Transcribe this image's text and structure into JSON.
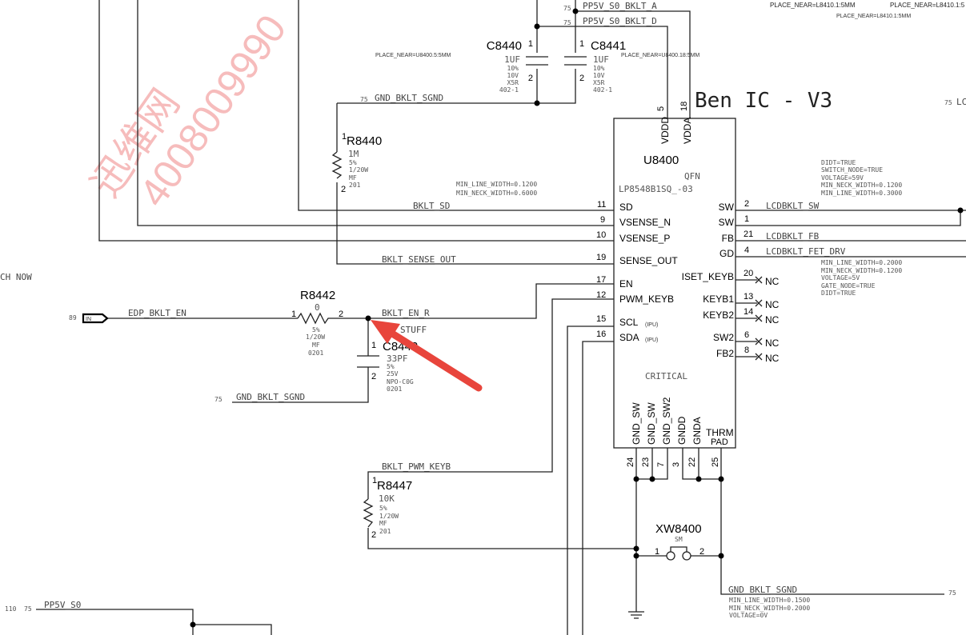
{
  "watermark": {
    "chinese": "迅维网",
    "number": "4008009990"
  },
  "title": "Ben IC - V3",
  "chip": {
    "ref": "U8400",
    "package": "QFN",
    "part": "LP8548B1SQ_-03",
    "critical": "CRITICAL",
    "top_pins": [
      {
        "name": "VDDD",
        "num": "5"
      },
      {
        "name": "VDDA",
        "num": "18"
      }
    ],
    "left_pins": [
      {
        "name": "SD",
        "num": "11"
      },
      {
        "name": "VSENSE_N",
        "num": "9"
      },
      {
        "name": "VSENSE_P",
        "num": "10"
      },
      {
        "name": "SENSE_OUT",
        "num": "19"
      },
      {
        "name": "EN",
        "num": "17"
      },
      {
        "name": "PWM_KEYB",
        "num": "12"
      },
      {
        "name": "SCL",
        "num": "15",
        "note": "(IPU)"
      },
      {
        "name": "SDA",
        "num": "16",
        "note": "(IPU)"
      }
    ],
    "right_pins": [
      {
        "name": "SW",
        "num": "2"
      },
      {
        "name": "SW",
        "num": "1"
      },
      {
        "name": "FB",
        "num": "21"
      },
      {
        "name": "GD",
        "num": "4"
      },
      {
        "name": "ISET_KEYB",
        "num": "20"
      },
      {
        "name": "KEYB1",
        "num": "13"
      },
      {
        "name": "KEYB2",
        "num": "14"
      },
      {
        "name": "SW2",
        "num": "6"
      },
      {
        "name": "FB2",
        "num": "8"
      }
    ],
    "nc": "NC",
    "bottom_pins": [
      {
        "name": "GND_SW",
        "num": "24"
      },
      {
        "name": "GND_SW",
        "num": "23"
      },
      {
        "name": "GND_SW2",
        "num": "7"
      },
      {
        "name": "GNDD",
        "num": "3"
      },
      {
        "name": "GNDA",
        "num": "22"
      },
      {
        "name": "THRM",
        "sub": "PAD",
        "num": "25"
      }
    ]
  },
  "nets": {
    "pp5v_a": "PP5V_S0_BKLT_A",
    "pp5v_d": "PP5V_S0_BKLT_D",
    "gnd_sgnd": "GND_BKLT_SGND",
    "bklt_sd": "BKLT_SD",
    "sense_out": "BKLT_SENSE_OUT",
    "edp_en": "EDP_BKLT_EN",
    "en_r": "BKLT_EN_R",
    "pwm": "BKLT_PWM_KEYB",
    "lcd_sw": "LCDBKLT_SW",
    "lcd_fb": "LCDBKLT_FB",
    "lcd_fet": "LCDBKLT_FET_DRV",
    "pp5v_s0": "PP5V_S0",
    "lc_cut": "LC",
    "ch_now": "CH NOW",
    "stuff": "STUFF",
    "page75": "75",
    "page89": "89",
    "page110": "110",
    "in_flag": "IN"
  },
  "notes": {
    "place_c8440": "PLACE_NEAR=U8400.5:5MM",
    "place_c8441": "PLACE_NEAR=U8400.18:5MM",
    "place_top1": "PLACE_NEAR=L8410.1:5MM",
    "place_top2": "PLACE_NEAR=L8410.1:5",
    "place_top3": "PLACE_NEAR=L8410.1:5MM",
    "sense": [
      "MIN_LINE_WIDTH=0.1200",
      "MIN_NECK_WIDTH=0.6000"
    ],
    "sw": [
      "DIDT=TRUE",
      "SWITCH_NODE=TRUE",
      "VOLTAGE=59V",
      "MIN_NECK_WIDTH=0.1200",
      "MIN_LINE_WIDTH=0.3000"
    ],
    "gd": [
      "MIN_LINE_WIDTH=0.2000",
      "MIN_NECK_WIDTH=0.1200",
      "VOLTAGE=5V",
      "GATE_NODE=TRUE",
      "DIDT=TRUE"
    ],
    "gnd": [
      "MIN_LINE_WIDTH=0.1500",
      "MIN_NECK_WIDTH=0.2000",
      "VOLTAGE=0V"
    ]
  },
  "parts": {
    "c8440": {
      "ref": "C8440",
      "value": "1UF",
      "specs": [
        "10%",
        "10V",
        "X5R",
        "402-1"
      ]
    },
    "c8441": {
      "ref": "C8441",
      "value": "1UF",
      "specs": [
        "10%",
        "10V",
        "X5R",
        "402-1"
      ]
    },
    "r8440": {
      "ref": "R8440",
      "value": "1M",
      "specs": [
        "5%",
        "1/20W",
        "MF",
        "201"
      ]
    },
    "r8442": {
      "ref": "R8442",
      "value": "0",
      "specs": [
        "5%",
        "1/20W",
        "MF",
        "0201"
      ]
    },
    "c8442": {
      "ref": "C8442",
      "value": "33PF",
      "specs": [
        "5%",
        "25V",
        "NPO-C0G",
        "0201"
      ]
    },
    "r8447": {
      "ref": "R8447",
      "value": "10K",
      "specs": [
        "5%",
        "1/20W",
        "MF",
        "201"
      ]
    },
    "xw8400": {
      "ref": "XW8400",
      "value": "SM"
    }
  },
  "pin_nums": {
    "one": "1",
    "two": "2"
  },
  "colors": {
    "arrow": "#e8453c",
    "watermark": "#f4a6a6"
  }
}
